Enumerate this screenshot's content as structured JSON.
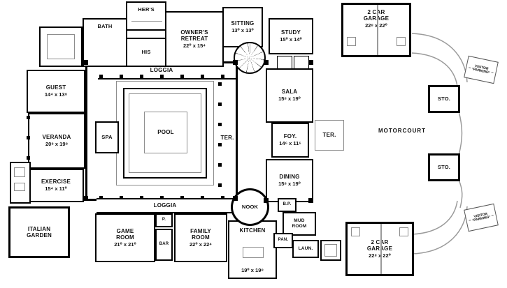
{
  "plan": {
    "rooms": {
      "bath": {
        "name": "BATH"
      },
      "hers": {
        "name": "HER'S"
      },
      "his": {
        "name": "HIS"
      },
      "owners_retreat": {
        "name": "OWNER'S\nRETREAT",
        "dims": "22⁰ x 15⁴"
      },
      "sitting": {
        "name": "SITTING",
        "dims": "13⁰ x 13⁰"
      },
      "study": {
        "name": "STUDY",
        "dims": "15⁰ x 14⁰"
      },
      "garage_top": {
        "name": "2 CAR\nGARAGE",
        "dims": "22⁸ x 22⁰"
      },
      "loggia_top": {
        "name": "LOGGIA"
      },
      "guest": {
        "name": "GUEST",
        "dims": "14⁴ x 13⁸"
      },
      "veranda": {
        "name": "VERANDA",
        "dims": "20⁸ x 19⁸"
      },
      "exercise": {
        "name": "EXERCISE",
        "dims": "15⁴ x 11⁰"
      },
      "italian_garden": {
        "name": "ITALIAN\nGARDEN"
      },
      "spa": {
        "name": "SPA"
      },
      "pool": {
        "name": "POOL"
      },
      "ter_courtyard": {
        "name": "TER."
      },
      "sala": {
        "name": "SALA",
        "dims": "15⁸ x 19⁰"
      },
      "foyer": {
        "name": "FOY.",
        "dims": "14⁶ x 11⁶"
      },
      "ter_entry": {
        "name": "TER."
      },
      "dining": {
        "name": "DINING",
        "dims": "15⁸ x 19⁰"
      },
      "motorcourt": {
        "name": "MOTORCOURT"
      },
      "sto_upper": {
        "name": "STO."
      },
      "sto_lower": {
        "name": "STO."
      },
      "visitor_upper": {
        "name": "VISITOR\nPARKING"
      },
      "visitor_lower": {
        "name": "VISITOR\nPARKING"
      },
      "loggia_bottom": {
        "name": "LOGGIA"
      },
      "game_room": {
        "name": "GAME\nROOM",
        "dims": "21⁰ x 21⁰"
      },
      "powder": {
        "name": "P."
      },
      "bar": {
        "name": "BAR"
      },
      "family_room": {
        "name": "FAMILY\nROOM",
        "dims": "22⁰ x 22⁴"
      },
      "nook": {
        "name": "NOOK"
      },
      "kitchen": {
        "name": "KITCHEN",
        "dims": "19⁰ x 19⁸"
      },
      "butlers_pantry": {
        "name": "B.P."
      },
      "mud_room": {
        "name": "MUD\nROOM"
      },
      "pantry": {
        "name": "PAN."
      },
      "laundry": {
        "name": "LAUN."
      },
      "garage_bottom": {
        "name": "2 CAR\nGARAGE",
        "dims": "22⁸ x 22⁰"
      }
    }
  }
}
